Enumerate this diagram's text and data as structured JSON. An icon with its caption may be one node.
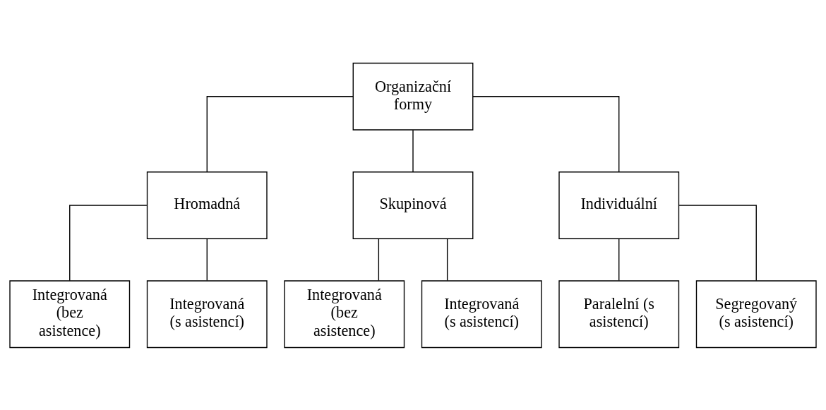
{
  "diagram": {
    "nodes": [
      {
        "text": [
          "Organizační formy"
        ]
      },
      {
        "text": [
          "Hromadná"
        ]
      },
      {
        "text": [
          "Skupinová"
        ]
      },
      {
        "text": [
          "Individuální"
        ]
      },
      {
        "text": [
          "Integrovaná (bez asistence)"
        ]
      },
      {
        "text": [
          "Integrovaná (s asistencí)"
        ]
      },
      {
        "text": [
          "Integrovaná (bez asistence)"
        ]
      },
      {
        "text": [
          "Integrovaná (s asistencí)"
        ]
      },
      {
        "text": [
          "Paralelní (s asistencí)"
        ]
      },
      {
        "text": [
          "Segregovaný (s asistencí)"
        ]
      }
    ],
    "edges": [
      {
        "from": 0,
        "to": 1,
        "arrow": "none"
      },
      {
        "from": 0,
        "to": 2,
        "arrow": "none"
      },
      {
        "from": 0,
        "to": 3,
        "arrow": "none"
      },
      {
        "from": 1,
        "to": 4,
        "arrow": "none"
      },
      {
        "from": 1,
        "to": 5,
        "arrow": "none"
      },
      {
        "from": 2,
        "to": 6,
        "arrow": "none"
      },
      {
        "from": 2,
        "to": 7,
        "arrow": "none"
      },
      {
        "from": 3,
        "to": 8,
        "arrow": "none"
      },
      {
        "from": 3,
        "to": 9,
        "arrow": "none"
      }
    ]
  }
}
